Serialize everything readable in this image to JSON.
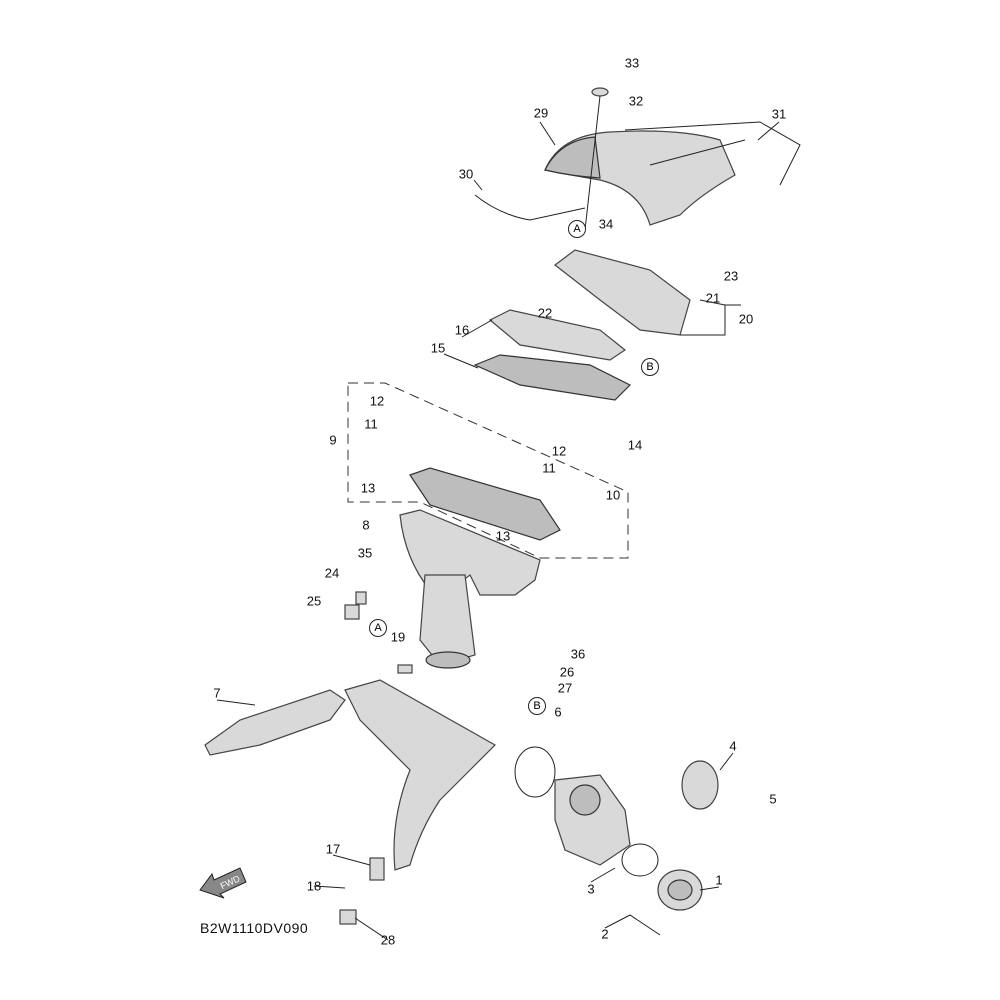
{
  "diagram_code": "B2W1110DV090",
  "fwd_arrow_label": "FWD",
  "labels": [
    {
      "id": "33",
      "text": "33"
    },
    {
      "id": "32",
      "text": "32"
    },
    {
      "id": "29",
      "text": "29"
    },
    {
      "id": "31",
      "text": "31"
    },
    {
      "id": "30",
      "text": "30"
    },
    {
      "id": "34",
      "text": "34"
    },
    {
      "id": "23",
      "text": "23"
    },
    {
      "id": "21",
      "text": "21"
    },
    {
      "id": "20",
      "text": "20"
    },
    {
      "id": "22",
      "text": "22"
    },
    {
      "id": "16",
      "text": "16"
    },
    {
      "id": "15",
      "text": "15"
    },
    {
      "id": "12a",
      "text": "12"
    },
    {
      "id": "11a",
      "text": "11"
    },
    {
      "id": "9",
      "text": "9"
    },
    {
      "id": "14",
      "text": "14"
    },
    {
      "id": "12b",
      "text": "12"
    },
    {
      "id": "11b",
      "text": "11"
    },
    {
      "id": "10",
      "text": "10"
    },
    {
      "id": "13a",
      "text": "13"
    },
    {
      "id": "13b",
      "text": "13"
    },
    {
      "id": "8",
      "text": "8"
    },
    {
      "id": "35",
      "text": "35"
    },
    {
      "id": "24",
      "text": "24"
    },
    {
      "id": "25",
      "text": "25"
    },
    {
      "id": "19",
      "text": "19"
    },
    {
      "id": "36",
      "text": "36"
    },
    {
      "id": "26",
      "text": "26"
    },
    {
      "id": "27",
      "text": "27"
    },
    {
      "id": "7",
      "text": "7"
    },
    {
      "id": "6",
      "text": "6"
    },
    {
      "id": "4",
      "text": "4"
    },
    {
      "id": "5",
      "text": "5"
    },
    {
      "id": "17",
      "text": "17"
    },
    {
      "id": "3",
      "text": "3"
    },
    {
      "id": "1",
      "text": "1"
    },
    {
      "id": "18",
      "text": "18"
    },
    {
      "id": "2",
      "text": "2"
    },
    {
      "id": "28",
      "text": "28"
    }
  ],
  "callouts": [
    "A",
    "B",
    "A",
    "B"
  ]
}
